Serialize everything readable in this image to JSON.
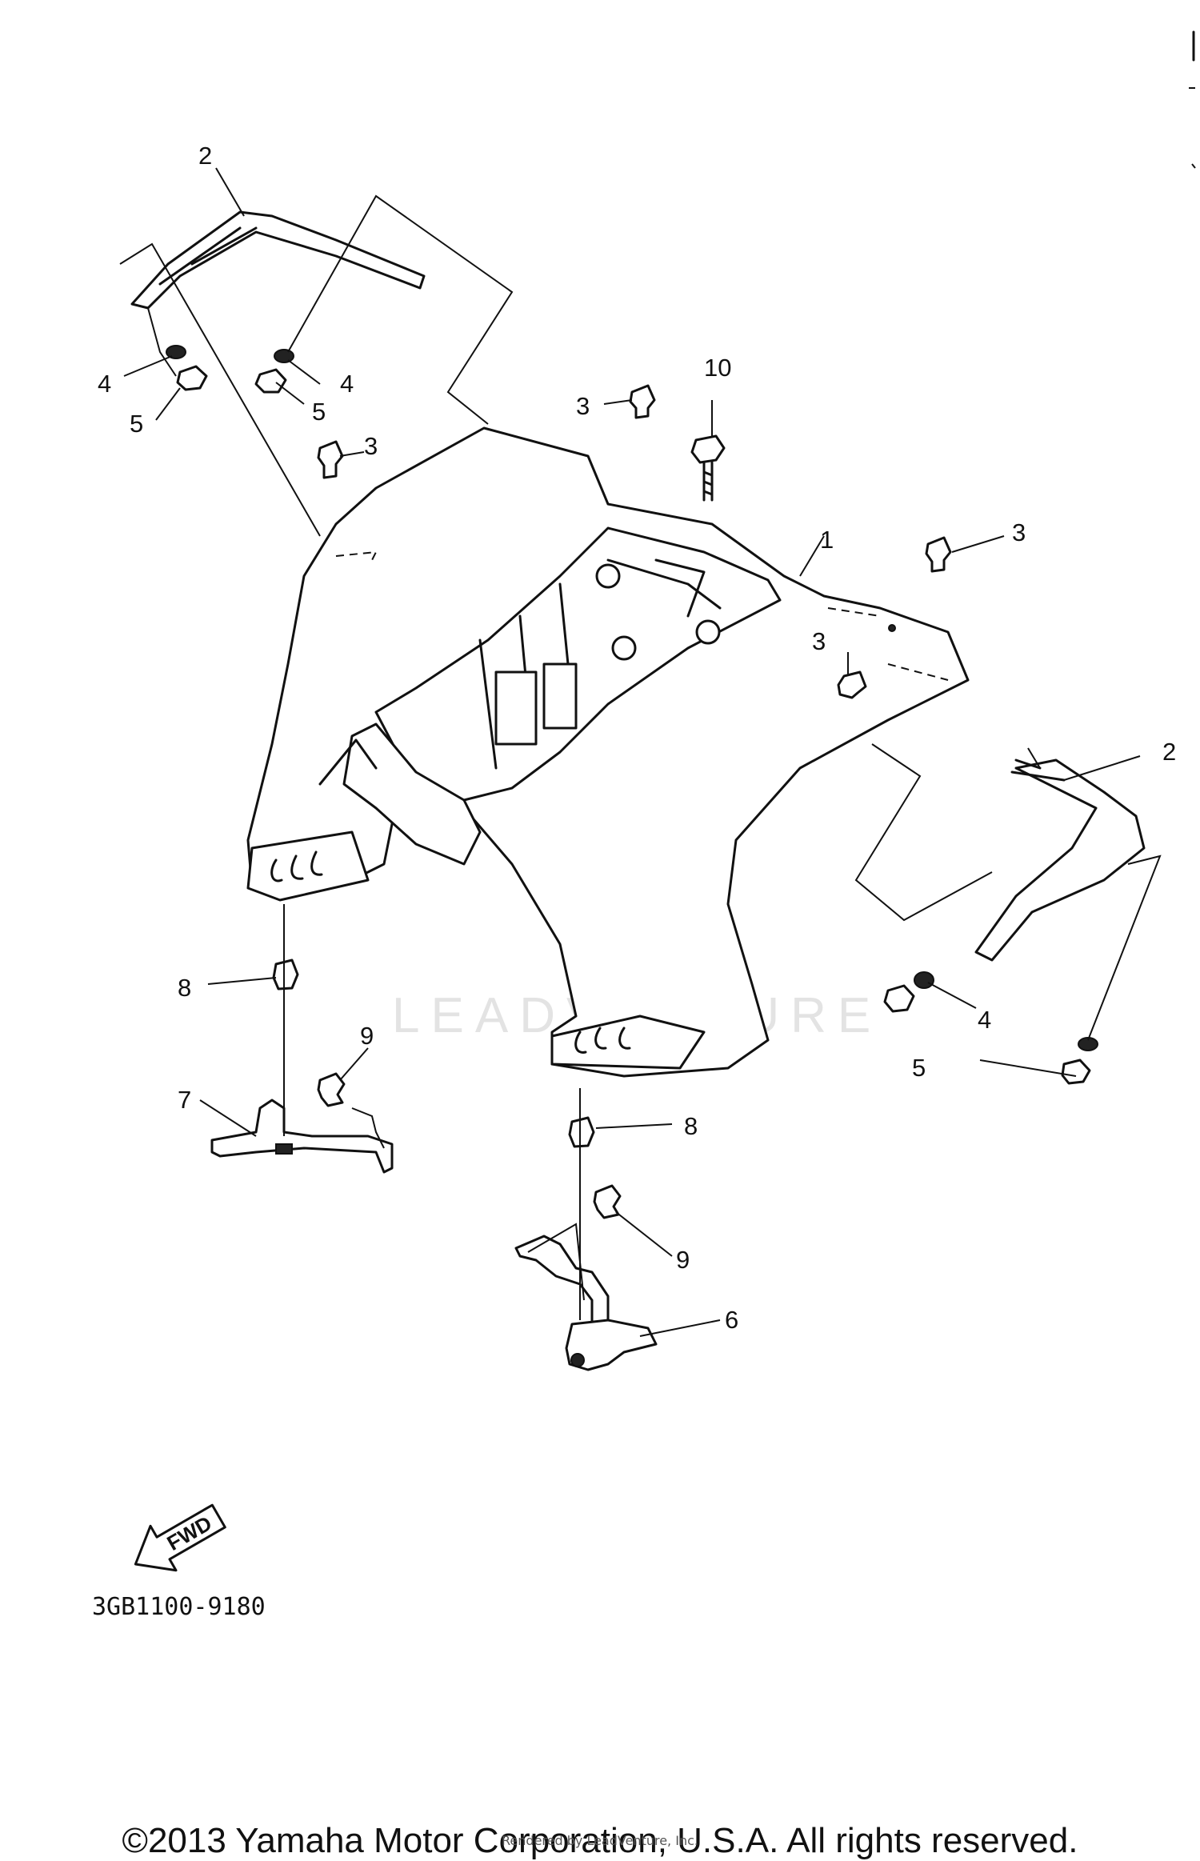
{
  "watermark": "LEADVENTURE",
  "callouts": [
    "1",
    "2",
    "2",
    "3",
    "3",
    "3",
    "3",
    "4",
    "4",
    "4",
    "5",
    "5",
    "5",
    "6",
    "7",
    "8",
    "8",
    "9",
    "9",
    "10"
  ],
  "fwd_label": "FWD",
  "diagram_code": "3GB1100-9180",
  "copyright": "©2013 Yamaha Motor Corporation, U.S.A. All rights reserved.",
  "rendered_by": "Rendered by LeadVenture, Inc."
}
